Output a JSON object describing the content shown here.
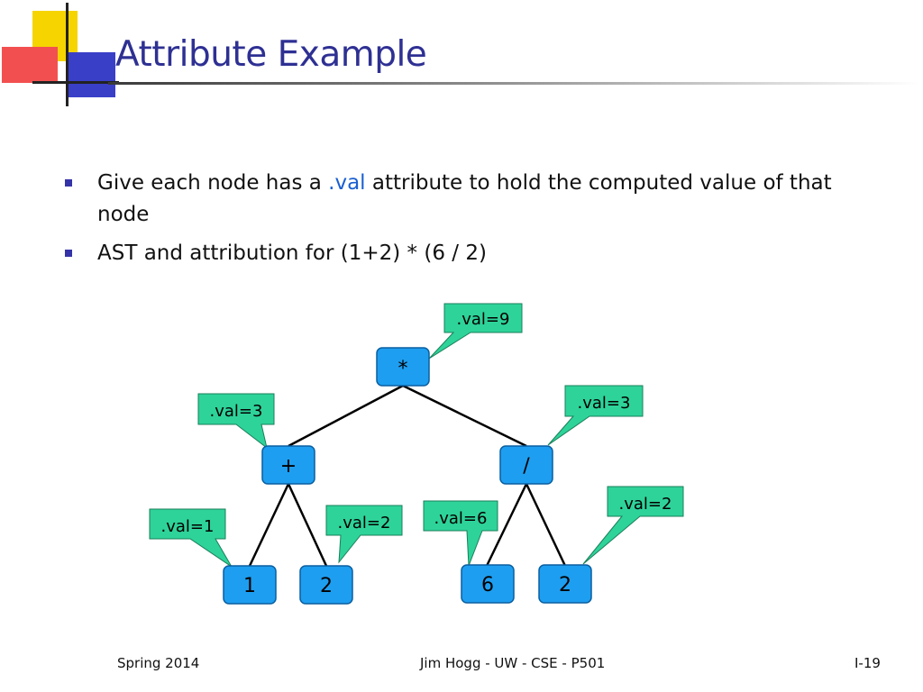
{
  "title": "Attribute Example",
  "bullets": {
    "b1_pre": "Give each node has a ",
    "b1_accent": ".val",
    "b1_post": " attribute to hold the computed value of that node",
    "b2": "AST and attribution for (1+2) * (6 / 2)"
  },
  "tree": {
    "nodes": {
      "times": "*",
      "plus": "+",
      "divide": "/",
      "one": "1",
      "two_left": "2",
      "six": "6",
      "two_right": "2"
    },
    "callouts": {
      "times": ".val=9",
      "plus": ".val=3",
      "divide": ".val=3",
      "one": ".val=1",
      "two_left": ".val=2",
      "six": ".val=6",
      "two_right": ".val=2"
    }
  },
  "colors": {
    "title": "#2e3093",
    "node_fill": "#1e9ef0",
    "callout_fill": "#2ed39a",
    "accent_text": "#1a5fd0"
  },
  "footer": {
    "left": "Spring 2014",
    "center": "Jim Hogg - UW - CSE - P501",
    "right": "I-19"
  }
}
